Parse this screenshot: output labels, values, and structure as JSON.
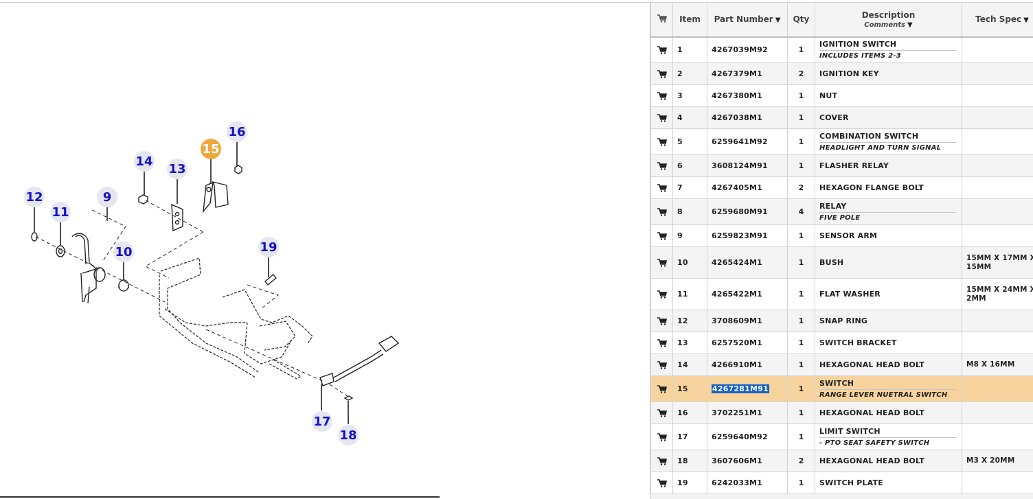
{
  "diagram": {
    "callouts": [
      {
        "label": "12",
        "selected": false
      },
      {
        "label": "11",
        "selected": false
      },
      {
        "label": "9",
        "selected": false
      },
      {
        "label": "10",
        "selected": false
      },
      {
        "label": "14",
        "selected": false
      },
      {
        "label": "13",
        "selected": false
      },
      {
        "label": "15",
        "selected": true
      },
      {
        "label": "16",
        "selected": false
      },
      {
        "label": "19",
        "selected": false
      },
      {
        "label": "17",
        "selected": false
      },
      {
        "label": "18",
        "selected": false
      }
    ]
  },
  "table": {
    "headers": {
      "cart": "",
      "item": "Item",
      "part_number": "Part Number",
      "qty": "Qty",
      "description": "Description",
      "comments": "Comments",
      "tech_spec": "Tech Spec"
    },
    "rows": [
      {
        "item": "1",
        "part": "4267039M92",
        "qty": "1",
        "desc": "IGNITION SWITCH",
        "comment": "INCLUDES ITEMS 2-3",
        "tech": ""
      },
      {
        "item": "2",
        "part": "4267379M1",
        "qty": "2",
        "desc": "IGNITION KEY",
        "comment": "",
        "tech": ""
      },
      {
        "item": "3",
        "part": "4267380M1",
        "qty": "1",
        "desc": "NUT",
        "comment": "",
        "tech": ""
      },
      {
        "item": "4",
        "part": "4267038M1",
        "qty": "1",
        "desc": "COVER",
        "comment": "",
        "tech": ""
      },
      {
        "item": "5",
        "part": "6259641M92",
        "qty": "1",
        "desc": "COMBINATION SWITCH",
        "comment": "HEADLIGHT AND TURN SIGNAL",
        "tech": ""
      },
      {
        "item": "6",
        "part": "3608124M91",
        "qty": "1",
        "desc": "FLASHER RELAY",
        "comment": "",
        "tech": ""
      },
      {
        "item": "7",
        "part": "4267405M1",
        "qty": "2",
        "desc": "HEXAGON FLANGE BOLT",
        "comment": "",
        "tech": ""
      },
      {
        "item": "8",
        "part": "6259680M91",
        "qty": "4",
        "desc": "RELAY",
        "comment": "FIVE POLE",
        "tech": ""
      },
      {
        "item": "9",
        "part": "6259823M91",
        "qty": "1",
        "desc": "SENSOR ARM",
        "comment": "",
        "tech": ""
      },
      {
        "item": "10",
        "part": "4265424M1",
        "qty": "1",
        "desc": "BUSH",
        "comment": "",
        "tech": "15MM X 17MM X 15MM"
      },
      {
        "item": "11",
        "part": "4265422M1",
        "qty": "1",
        "desc": "FLAT WASHER",
        "comment": "",
        "tech": "15MM X 24MM X 2MM"
      },
      {
        "item": "12",
        "part": "3708609M1",
        "qty": "1",
        "desc": "SNAP RING",
        "comment": "",
        "tech": ""
      },
      {
        "item": "13",
        "part": "6257520M1",
        "qty": "1",
        "desc": "SWITCH BRACKET",
        "comment": "",
        "tech": ""
      },
      {
        "item": "14",
        "part": "4266910M1",
        "qty": "1",
        "desc": "HEXAGONAL HEAD BOLT",
        "comment": "",
        "tech": "M8 X 16MM"
      },
      {
        "item": "15",
        "part": "4267281M91",
        "qty": "1",
        "desc": "SWITCH",
        "comment": "RANGE LEVER NUETRAL SWITCH",
        "tech": "",
        "selected": true
      },
      {
        "item": "16",
        "part": "3702251M1",
        "qty": "1",
        "desc": "HEXAGONAL HEAD BOLT",
        "comment": "",
        "tech": ""
      },
      {
        "item": "17",
        "part": "6259640M92",
        "qty": "1",
        "desc": "LIMIT SWITCH",
        "comment": "- PTO SEAT SAFETY SWITCH",
        "tech": ""
      },
      {
        "item": "18",
        "part": "3607606M1",
        "qty": "2",
        "desc": "HEXAGONAL HEAD BOLT",
        "comment": "",
        "tech": "M3 X 20MM"
      },
      {
        "item": "19",
        "part": "6242033M1",
        "qty": "1",
        "desc": "SWITCH PLATE",
        "comment": "",
        "tech": ""
      }
    ]
  }
}
